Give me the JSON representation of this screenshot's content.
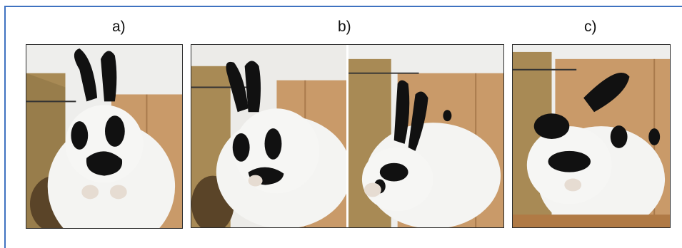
{
  "figure": {
    "panels": [
      {
        "label": "a)",
        "description": "rabbit-sitting-upright-front-paws-raised"
      },
      {
        "label": "b)",
        "description": "rabbit-grooming-face-sequence"
      },
      {
        "label": "c)",
        "description": "rabbit-washing-face-with-paws"
      }
    ]
  },
  "colors": {
    "frame": "#3f72c0",
    "fur_white": "#f4f4f2",
    "fur_black": "#111111",
    "wood": "#c99a69",
    "hay": "#a88a55"
  }
}
